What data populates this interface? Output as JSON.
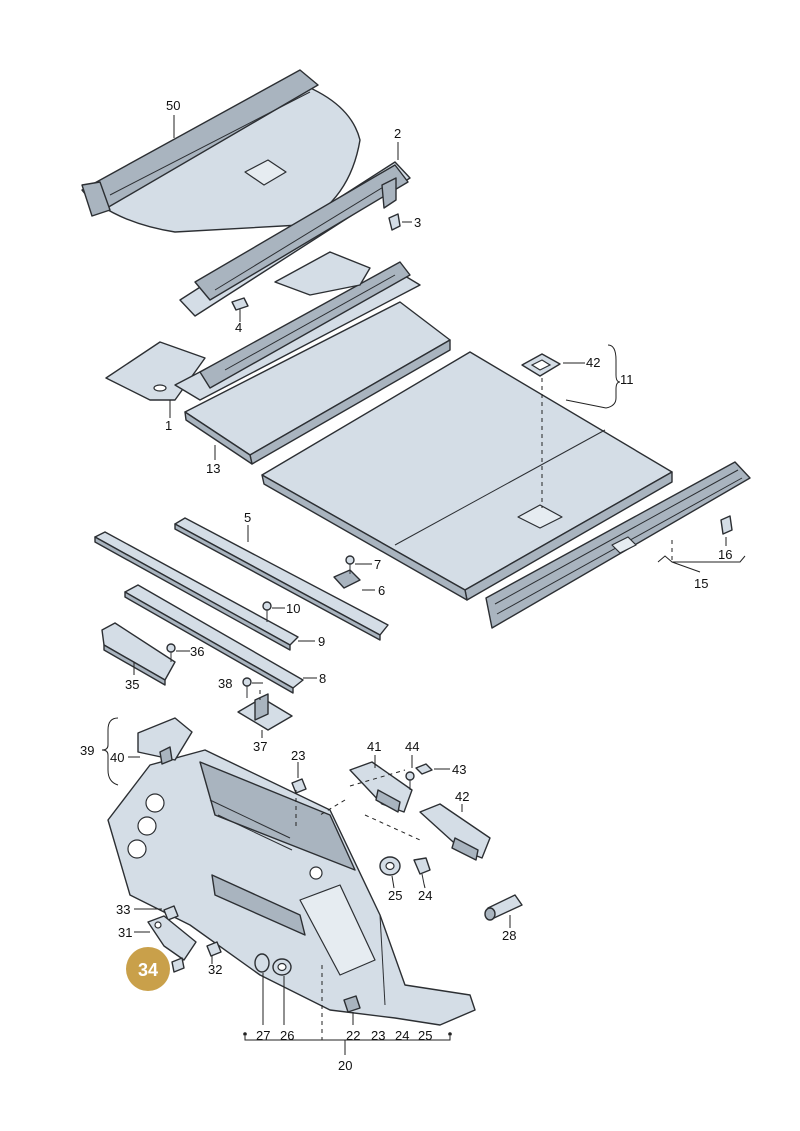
{
  "diagram": {
    "highlighted_part": "34",
    "accent_color": "#c9a04a",
    "part_numbers": [
      "50",
      "2",
      "3",
      "4",
      "1",
      "13",
      "42",
      "11",
      "5",
      "7",
      "6",
      "10",
      "9",
      "36",
      "35",
      "8",
      "38",
      "37",
      "15",
      "16",
      "39",
      "40",
      "23",
      "41",
      "44",
      "43",
      "42",
      "33",
      "31",
      "32",
      "25",
      "24",
      "28",
      "27",
      "26",
      "22",
      "23",
      "24",
      "25",
      "20",
      "34"
    ]
  }
}
